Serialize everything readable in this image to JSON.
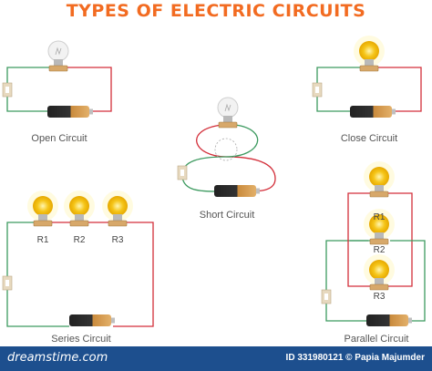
{
  "title": "TYPES OF ELECTRIC CIRCUITS",
  "circuits": {
    "open": {
      "label": "Open Circuit"
    },
    "close": {
      "label": "Close Circuit"
    },
    "short": {
      "label": "Short Circuit"
    },
    "series": {
      "label": "Series Circuit",
      "resistors": [
        "R1",
        "R2",
        "R3"
      ]
    },
    "parallel": {
      "label": "Parallel Circuit",
      "resistors": [
        "R1",
        "R2",
        "R3"
      ]
    }
  },
  "footer": {
    "brand": "dreamstime.com",
    "id_text": "ID 331980121 © Papia Majumder"
  },
  "colors": {
    "title": "#f26b21",
    "wire_red": "#d32f3a",
    "wire_green": "#3c9a5f",
    "bulb_lit": "#f5c518",
    "footer": "#1d4f8e"
  }
}
